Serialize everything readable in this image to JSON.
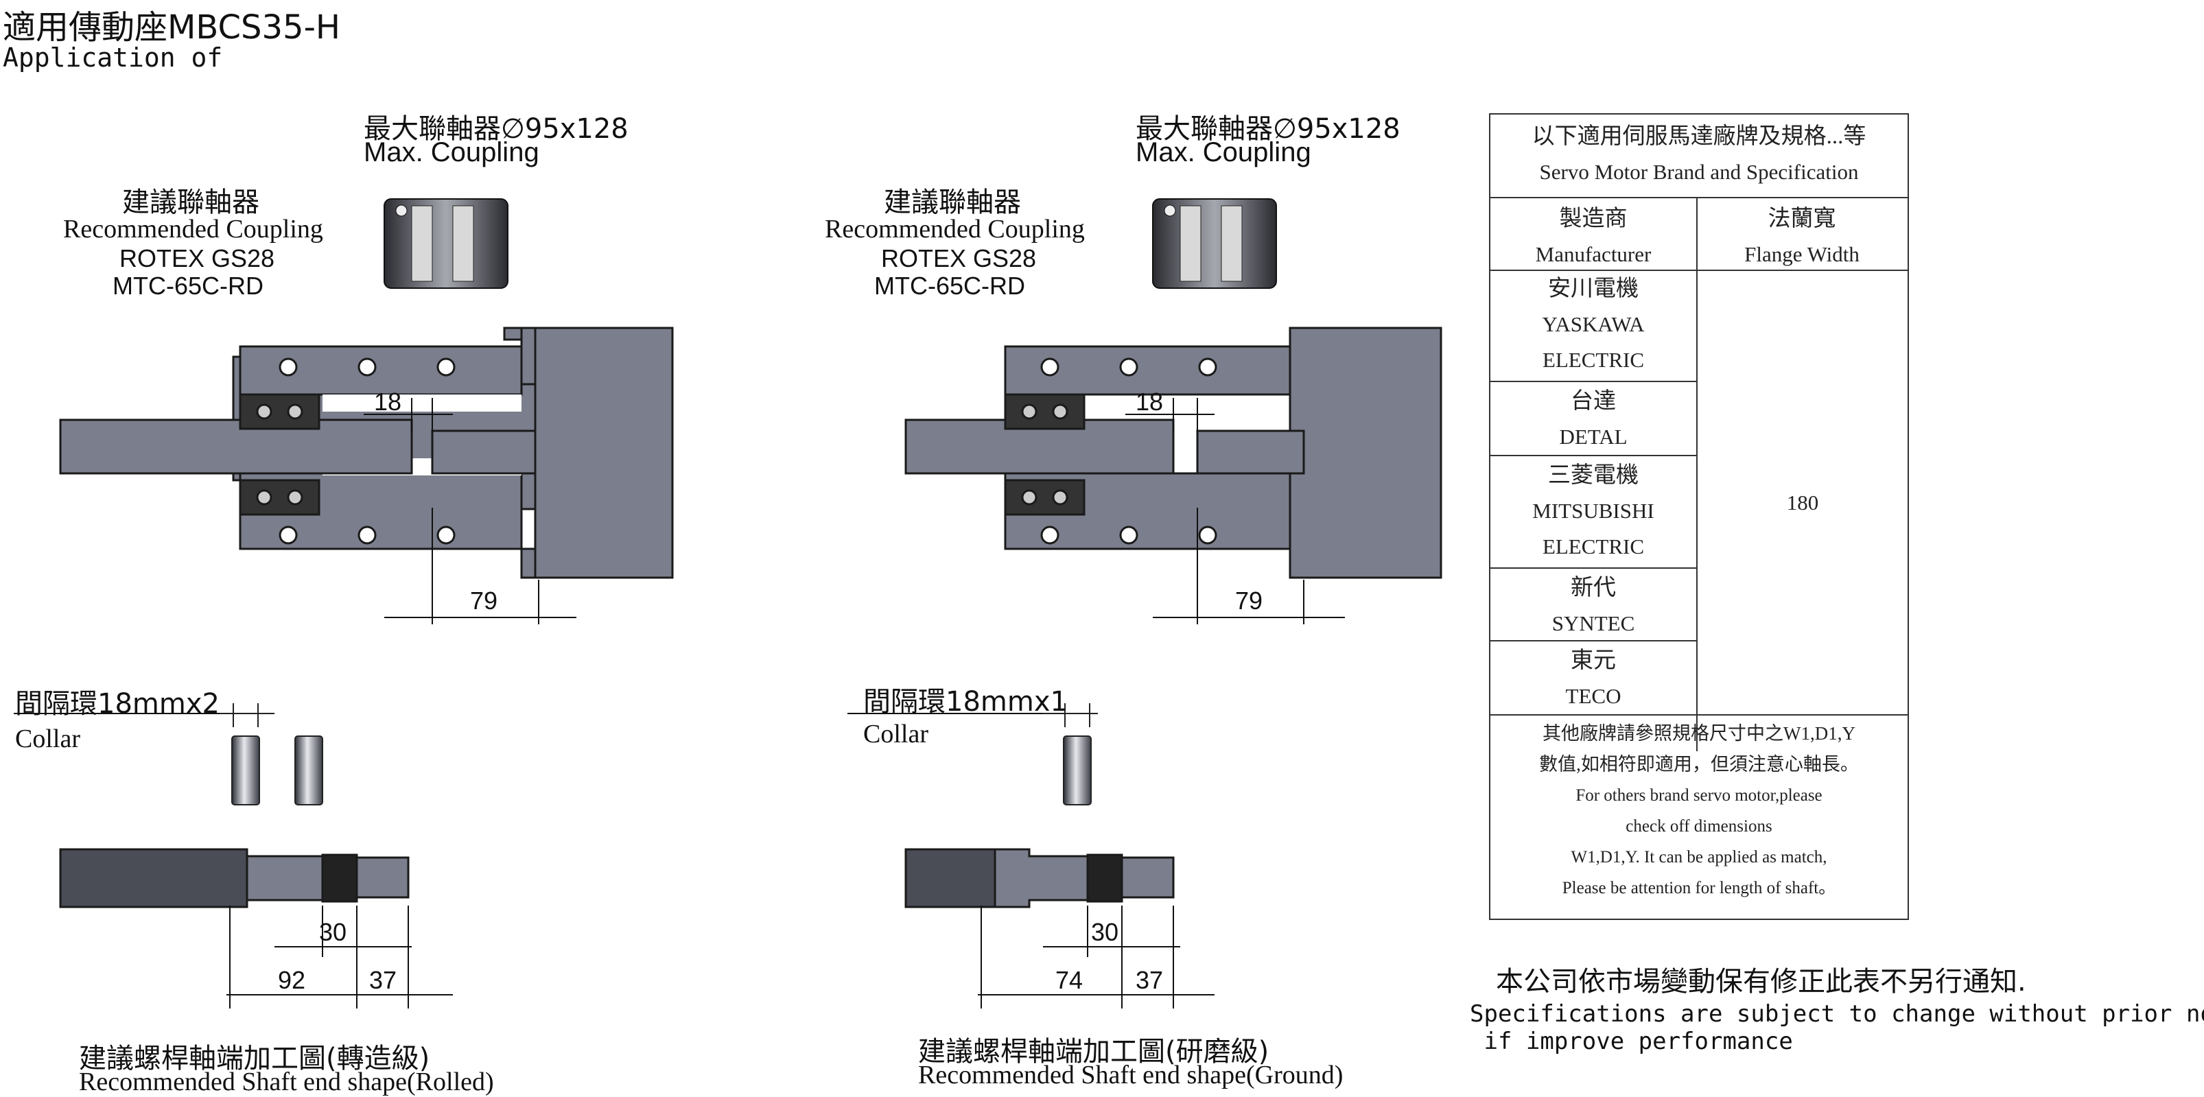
{
  "header": {
    "title_cn": "適用傳動座MBCS35-H",
    "title_en": "Application of"
  },
  "left": {
    "max_coupling_cn": "最大聯軸器∅95x128",
    "max_coupling_en": "Max. Coupling",
    "rec_coupling_cn": "建議聯軸器",
    "rec_coupling_en": "Recommended Coupling",
    "rec_coupling_model1": "ROTEX GS28",
    "rec_coupling_model2": "MTC-65C-RD",
    "dim_gap": "18",
    "dim_length": "79",
    "collar_cn": "間隔環18mmx2",
    "collar_en": "Collar",
    "dim_thread": "30",
    "dim_a": "92",
    "dim_b": "37",
    "caption_cn": "建議螺桿軸端加工圖(轉造級)",
    "caption_en": "Recommended Shaft end shape(Rolled)"
  },
  "right": {
    "max_coupling_cn": "最大聯軸器∅95x128",
    "max_coupling_en": "Max. Coupling",
    "rec_coupling_cn": "建議聯軸器",
    "rec_coupling_en": "Recommended Coupling",
    "rec_coupling_model1": "ROTEX GS28",
    "rec_coupling_model2": "MTC-65C-RD",
    "dim_gap": "18",
    "dim_length": "79",
    "collar_cn": "間隔環18mmx1",
    "collar_en": "Collar",
    "dim_thread": "30",
    "dim_a": "74",
    "dim_b": "37",
    "caption_cn": "建議螺桿軸端加工圖(研磨級)",
    "caption_en": "Recommended Shaft end shape(Ground)"
  },
  "table": {
    "header_cn": "以下適用伺服馬達廠牌及規格...等",
    "header_en": "Servo Motor Brand and Specification",
    "col1_cn": "製造商",
    "col1_en": "Manufacturer",
    "col2_cn": "法蘭寬",
    "col2_en": "Flange Width",
    "rows": [
      {
        "l1": "安川電機",
        "l2": "YASKAWA",
        "l3": "ELECTRIC"
      },
      {
        "l1": "台達",
        "l2": "DETAL"
      },
      {
        "l1": "三菱電機",
        "l2": "MITSUBISHI",
        "l3": "ELECTRIC"
      },
      {
        "l1": "新代",
        "l2": "SYNTEC"
      },
      {
        "l1": "東元",
        "l2": "TECO"
      }
    ],
    "flange_value": "180",
    "note_cn1": "其他廠牌請參照規格尺寸中之W1,D1,Y",
    "note_cn2": "數值,如相符即適用，但須注意心軸長。",
    "note_en1": "For others brand servo motor,please",
    "note_en2": "check off dimensions",
    "note_en3": "W1,D1,Y. It can be applied as match,",
    "note_en4": "Please be attention for length of shaft。"
  },
  "notice": {
    "cn": "本公司依市場變動保有修正此表不另行通知.",
    "en1": "Specifications are subject to change without prior notice",
    "en2": " if improve performance"
  },
  "colors": {
    "part_fill": "#7b7e8c",
    "part_stroke": "#1a1a1a",
    "dim_line": "#111111"
  }
}
